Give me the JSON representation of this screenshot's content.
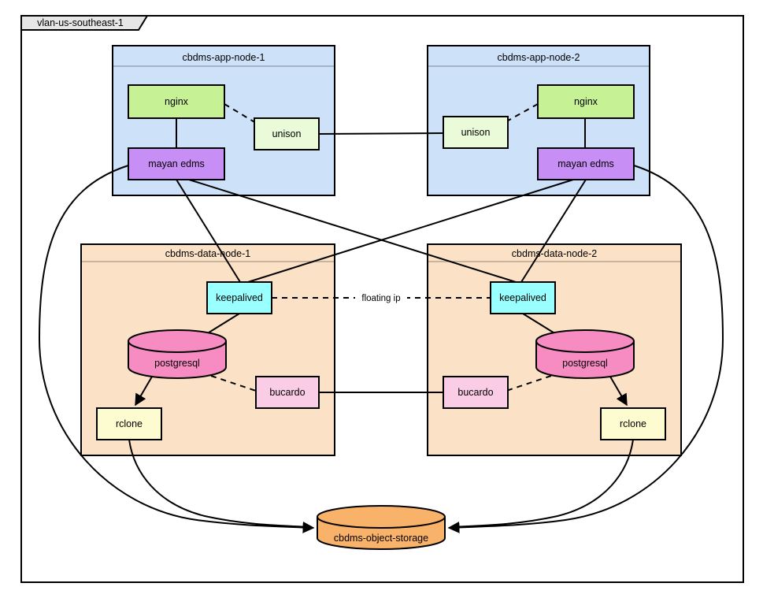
{
  "tab": {
    "label": "vlan-us-southeast-1"
  },
  "app_node_1": {
    "title": "cbdms-app-node-1",
    "nginx": "nginx",
    "unison": "unison",
    "mayan": "mayan edms"
  },
  "app_node_2": {
    "title": "cbdms-app-node-2",
    "nginx": "nginx",
    "unison": "unison",
    "mayan": "mayan edms"
  },
  "data_node_1": {
    "title": "cbdms-data-node-1",
    "keepalived": "keepalived",
    "postgresql": "postgresql",
    "bucardo": "bucardo",
    "rclone": "rclone"
  },
  "data_node_2": {
    "title": "cbdms-data-node-2",
    "keepalived": "keepalived",
    "postgresql": "postgresql",
    "bucardo": "bucardo",
    "rclone": "rclone"
  },
  "floating_ip": {
    "label": "floating ip"
  },
  "storage": {
    "label": "cbdms-object-storage"
  },
  "colors": {
    "tab_fill": "#e6e6e6",
    "app_node": "#cde1f9",
    "data_node": "#fbe2c7",
    "nginx": "#c7f195",
    "unison": "#e9fbd8",
    "mayan": "#c78ef5",
    "keepalived": "#99ffff",
    "postgresql": "#f78cc3",
    "bucardo": "#fbcce5",
    "rclone": "#fdfbd0",
    "storage": "#f9b269",
    "edge": "#000000"
  }
}
